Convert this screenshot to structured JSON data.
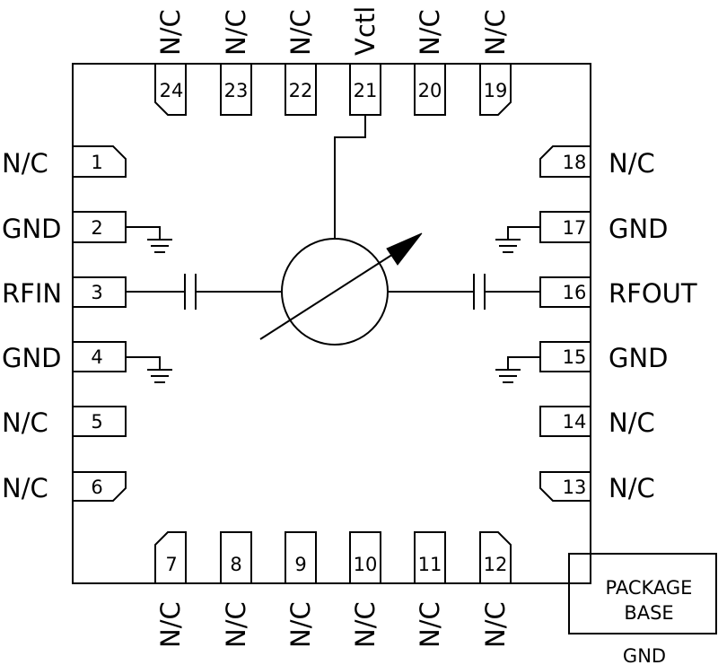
{
  "left_pins": [
    {
      "num": "1",
      "label": "N/C"
    },
    {
      "num": "2",
      "label": "GND"
    },
    {
      "num": "3",
      "label": "RFIN"
    },
    {
      "num": "4",
      "label": "GND"
    },
    {
      "num": "5",
      "label": "N/C"
    },
    {
      "num": "6",
      "label": "N/C"
    }
  ],
  "right_pins": [
    {
      "num": "18",
      "label": "N/C"
    },
    {
      "num": "17",
      "label": "GND"
    },
    {
      "num": "16",
      "label": "RFOUT"
    },
    {
      "num": "15",
      "label": "GND"
    },
    {
      "num": "14",
      "label": "N/C"
    },
    {
      "num": "13",
      "label": "N/C"
    }
  ],
  "top_pins": [
    {
      "num": "24",
      "label": "N/C"
    },
    {
      "num": "23",
      "label": "N/C"
    },
    {
      "num": "22",
      "label": "N/C"
    },
    {
      "num": "21",
      "label": "Vctl"
    },
    {
      "num": "20",
      "label": "N/C"
    },
    {
      "num": "19",
      "label": "N/C"
    }
  ],
  "bottom_pins": [
    {
      "num": "7",
      "label": "N/C"
    },
    {
      "num": "8",
      "label": "N/C"
    },
    {
      "num": "9",
      "label": "N/C"
    },
    {
      "num": "10",
      "label": "N/C"
    },
    {
      "num": "11",
      "label": "N/C"
    },
    {
      "num": "12",
      "label": "N/C"
    }
  ],
  "package_base": {
    "line1": "PACKAGE",
    "line2": "BASE",
    "ground": "GND"
  }
}
